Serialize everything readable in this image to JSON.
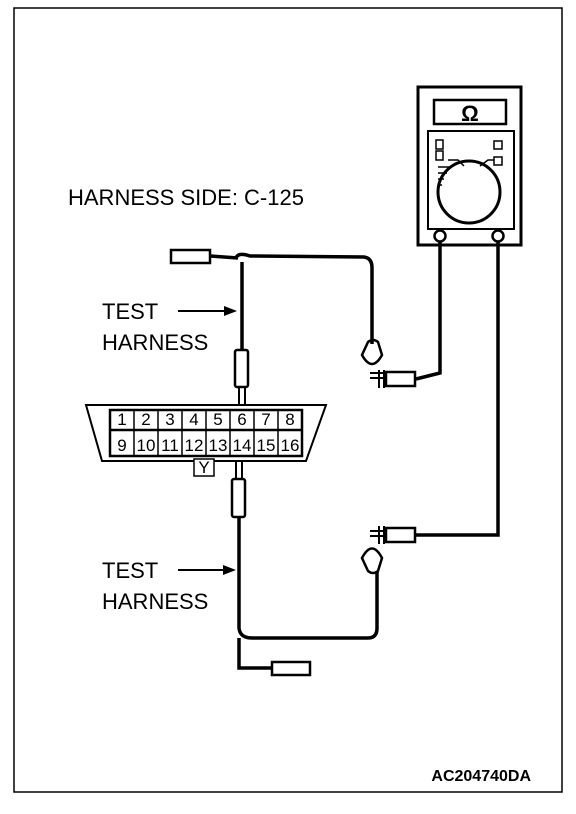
{
  "labels": {
    "harness_side": "HARNESS SIDE: C-125",
    "test_harness_top": [
      "TEST",
      "HARNESS"
    ],
    "test_harness_bottom": [
      "TEST",
      "HARNESS"
    ],
    "figure_code": "AC204740DA"
  },
  "meter": {
    "display_symbol": "Ω",
    "icon": "ohmmeter-icon"
  },
  "connector": {
    "top_row": [
      "1",
      "2",
      "3",
      "4",
      "5",
      "6",
      "7",
      "8"
    ],
    "bottom_row": [
      "9",
      "10",
      "11",
      "12",
      "13",
      "14",
      "15",
      "16"
    ],
    "wire_color": "Y"
  },
  "colors": {
    "line": "#000000",
    "background": "#ffffff"
  }
}
